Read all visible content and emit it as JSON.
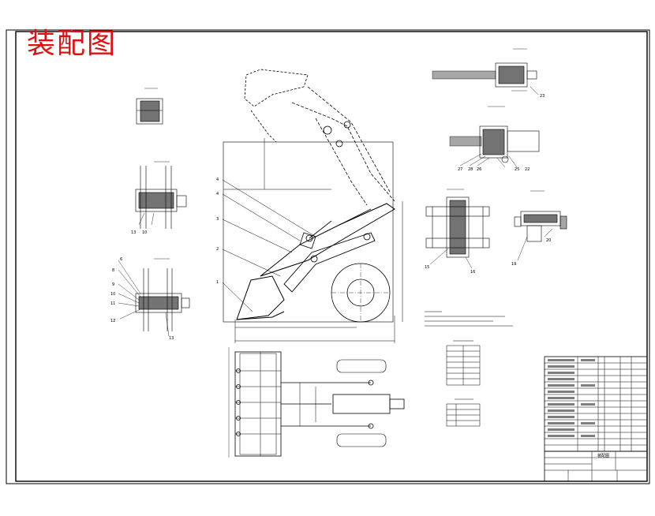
{
  "title_stamp": "装配图",
  "colors": {
    "line": "#000000",
    "stamp_red": "#e01010",
    "background": "#ffffff",
    "hatch": "#000000"
  },
  "drawing_title_block": {
    "caption": "装配图"
  },
  "leader_numbers": {
    "main_view": [
      "4",
      "4",
      "3",
      "2",
      "1"
    ],
    "left_detail_a": [
      "13",
      "10"
    ],
    "left_detail_b": [
      "6",
      "8",
      "9",
      "10",
      "11",
      "12",
      "13"
    ],
    "right_detail_a": [
      "23"
    ],
    "right_detail_b": [
      "27",
      "28",
      "26",
      "25",
      "22"
    ],
    "right_detail_c": [
      "15",
      "16"
    ],
    "right_detail_d": [
      "19",
      "20"
    ]
  }
}
